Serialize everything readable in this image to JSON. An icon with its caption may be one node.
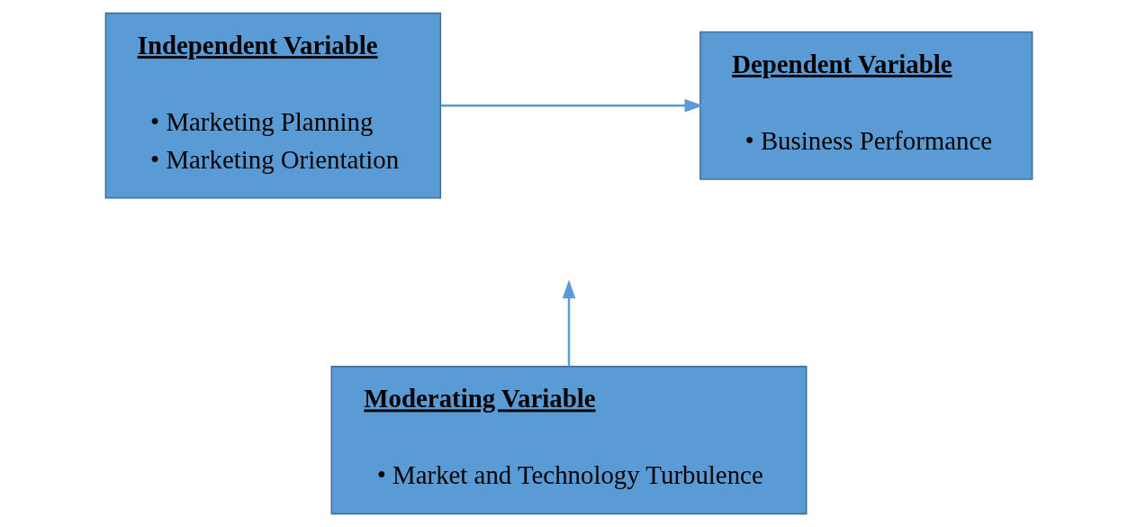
{
  "diagram": {
    "nodes": [
      {
        "text": [
          "Independent Variable",
          "• Marketing Planning",
          "• Marketing Orientation"
        ]
      },
      {
        "text": [
          "Dependent Variable",
          "• Business Performance"
        ]
      },
      {
        "text": [
          "Moderating Variable",
          "• Market and Technology Turbulence"
        ]
      }
    ],
    "edges": [
      {
        "from": 0,
        "to": 1,
        "arrow": "to"
      },
      {
        "from": 2,
        "to": null,
        "arrow": "to"
      }
    ]
  }
}
